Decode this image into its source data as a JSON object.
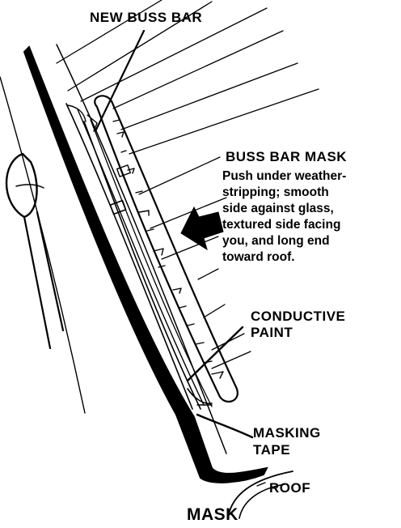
{
  "labels": {
    "new_buss_bar": "NEW BUSS BAR",
    "buss_bar_mask": "BUSS BAR MASK",
    "mask_instructions": [
      "Push under weather-",
      "stripping; smooth",
      "side against glass,",
      "textured side facing",
      "you, and long end",
      "toward roof."
    ],
    "conductive_paint": [
      "CONDUCTIVE",
      "PAINT"
    ],
    "masking_tape": [
      "MASKING",
      "TAPE"
    ],
    "roof": "ROOF",
    "mask": "MASK"
  },
  "colors": {
    "ink": "#000000",
    "paper": "#ffffff"
  }
}
